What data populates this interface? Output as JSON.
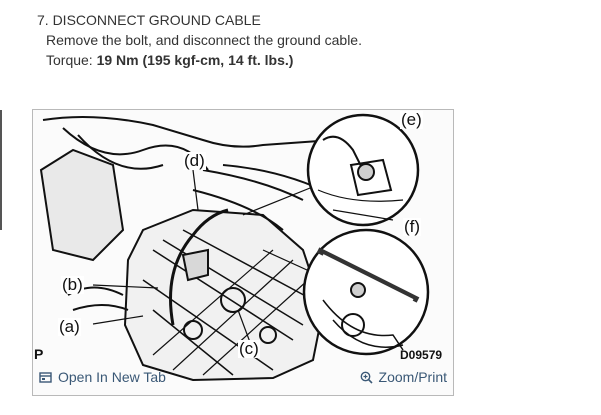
{
  "step": {
    "title": "7. DISCONNECT GROUND CABLE",
    "instruction": "Remove the bolt, and disconnect the ground cable.",
    "torque_label": "Torque:",
    "torque_value": "19 Nm (195 kgf-cm, 14 ft. lbs.)"
  },
  "figure": {
    "labels": {
      "a": "(a)",
      "b": "(b)",
      "c": "(c)",
      "d": "(d)",
      "e": "(e)",
      "f": "(f)"
    },
    "corner_mark": "P",
    "diagram_id": "D09579"
  },
  "footer": {
    "open_tab_label": "Open In New Tab",
    "zoom_label": "Zoom/Print",
    "open_tab_icon": "open-tab-icon",
    "zoom_icon": "magnifier-plus-icon",
    "link_color": "#3a5876"
  }
}
